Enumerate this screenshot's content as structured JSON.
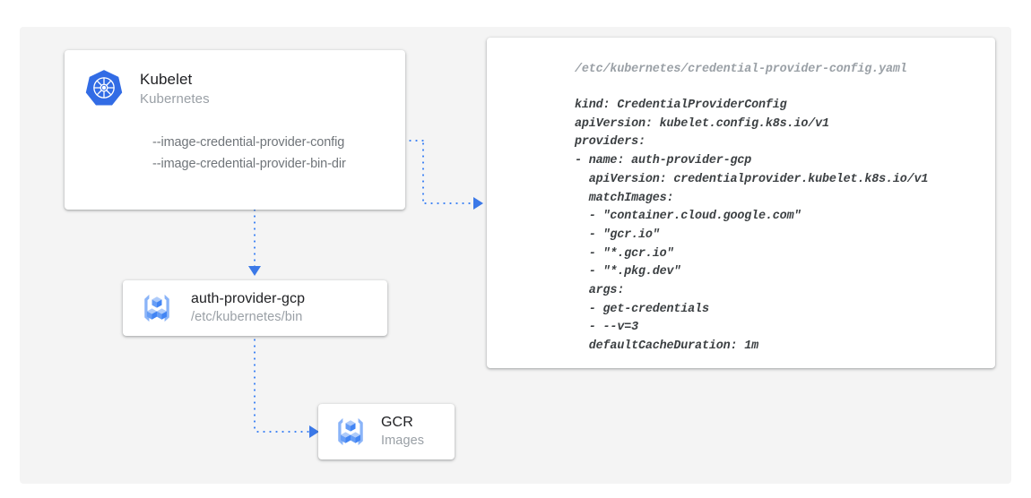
{
  "canvas": {
    "background_color": "#f4f4f4",
    "page_background_color": "#ffffff"
  },
  "colors": {
    "accent_blue": "#4285f4",
    "arrow_blue": "#3b78e7",
    "title_text": "#202124",
    "subtitle_text": "#9aa0a6",
    "body_text": "#70757a",
    "code_text": "#3c4043",
    "code_path_text": "#9aa0a6",
    "card_background": "#ffffff"
  },
  "kubelet_card": {
    "icon": "kubernetes-logo-icon",
    "title": "Kubelet",
    "subtitle": "Kubernetes",
    "flags": [
      "--image-credential-provider-config",
      "--image-credential-provider-bin-dir"
    ]
  },
  "provider_card": {
    "icon": "gcp-container-registry-icon",
    "title": "auth-provider-gcp",
    "subtitle": "/etc/kubernetes/bin"
  },
  "gcr_card": {
    "icon": "gcp-container-registry-icon",
    "title": "GCR",
    "subtitle": "Images"
  },
  "code_card": {
    "path": "/etc/kubernetes/credential-provider-config.yaml",
    "lines": [
      "kind: CredentialProviderConfig",
      "apiVersion: kubelet.config.k8s.io/v1",
      "providers:",
      "- name: auth-provider-gcp",
      "  apiVersion: credentialprovider.kubelet.k8s.io/v1",
      "  matchImages:",
      "  - \"container.cloud.google.com\"",
      "  - \"gcr.io\"",
      "  - \"*.gcr.io\"",
      "  - \"*.pkg.dev\"",
      "  args:",
      "  - get-credentials",
      "  - --v=3",
      "  defaultCacheDuration: 1m"
    ]
  },
  "connectors": [
    {
      "name": "kubelet-to-config-file",
      "from": "kubelet_card",
      "to": "code_card",
      "style": "dotted",
      "arrow": "right"
    },
    {
      "name": "kubelet-to-auth-provider",
      "from": "kubelet_card",
      "to": "provider_card",
      "style": "dotted",
      "arrow": "down"
    },
    {
      "name": "auth-provider-to-gcr",
      "from": "provider_card",
      "to": "gcr_card",
      "style": "dotted",
      "arrow": "right"
    }
  ]
}
